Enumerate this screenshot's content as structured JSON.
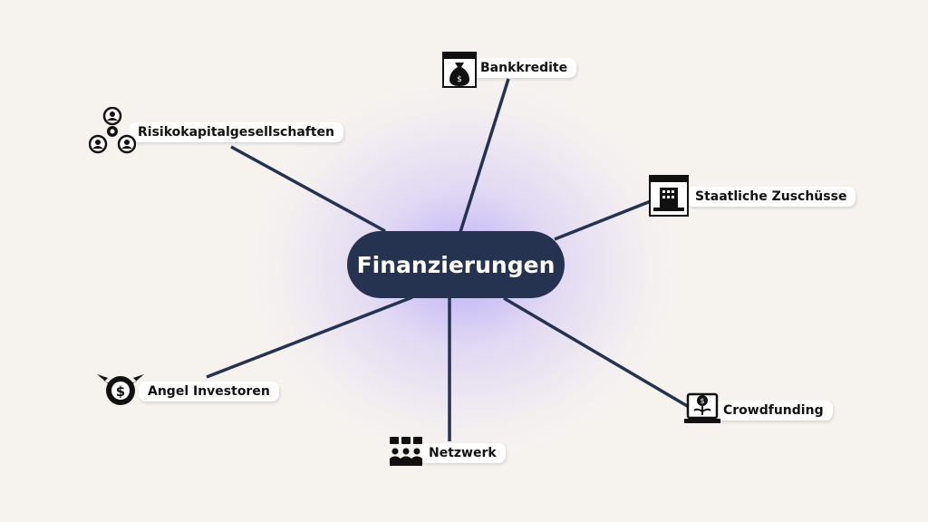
{
  "center": {
    "label": "Finanzierungen"
  },
  "nodes": [
    {
      "id": "bankkredite",
      "label": "Bankkredite",
      "icon": "money-bag-icon"
    },
    {
      "id": "risiko",
      "label": "Risikokapitalgesellschaften",
      "icon": "people-network-icon"
    },
    {
      "id": "staat",
      "label": "Staatliche Zuschüsse",
      "icon": "government-building-icon"
    },
    {
      "id": "angel",
      "label": "Angel Investoren",
      "icon": "winged-coin-icon"
    },
    {
      "id": "netzwerk",
      "label": "Netzwerk",
      "icon": "people-chat-icon"
    },
    {
      "id": "crowd",
      "label": "Crowdfunding",
      "icon": "laptop-growth-icon"
    }
  ],
  "colors": {
    "background": "#f6f3ef",
    "center_fill": "#253350",
    "line": "#253350",
    "glow": "#8c78ff"
  }
}
